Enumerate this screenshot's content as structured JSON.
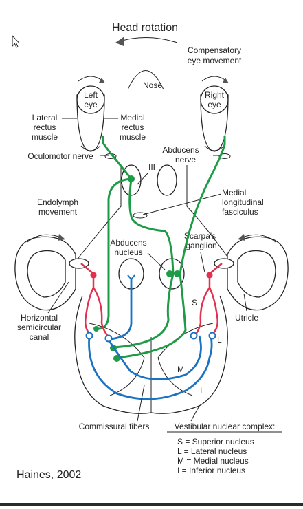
{
  "diagram": {
    "labels": {
      "head_rotation": "Head rotation",
      "compensatory": [
        "Compensatory",
        "eye movement"
      ],
      "nose": "Nose",
      "left_eye": [
        "Left",
        "eye"
      ],
      "right_eye": [
        "Right",
        "eye"
      ],
      "lateral_rectus": [
        "Lateral",
        "rectus",
        "muscle"
      ],
      "medial_rectus": [
        "Medial",
        "rectus",
        "muscle"
      ],
      "oculomotor_nerve": "Oculomotor nerve",
      "abducens_nerve": [
        "Abducens",
        "nerve"
      ],
      "cn3": "III",
      "endolymph": [
        "Endolymph",
        "movement"
      ],
      "mlf": [
        "Medial",
        "longitudinal",
        "fasciculus"
      ],
      "abducens_nucleus": [
        "Abducens",
        "nucleus"
      ],
      "scarpa": [
        "Scarpa's",
        "ganglion"
      ],
      "horizontal_canal": [
        "Horizontal",
        "semicircular",
        "canal"
      ],
      "utricle": "Utricle",
      "nucleus_S": "S",
      "nucleus_L": "L",
      "nucleus_M": "M",
      "nucleus_I": "I",
      "commissural": "Commissural fibers",
      "vnc_title": "Vestibular nuclear complex:",
      "legend": [
        "S = Superior nucleus",
        "L = Lateral nucleus",
        "M = Medial nucleus",
        "I = Inferior nucleus"
      ],
      "credit": "Haines, 2002"
    },
    "colors": {
      "vestibular_afferent": "#e0314f",
      "vestibular_projection": "#1a73c2",
      "oculomotor_pathway": "#1e9b46",
      "outline": "#222222"
    }
  }
}
